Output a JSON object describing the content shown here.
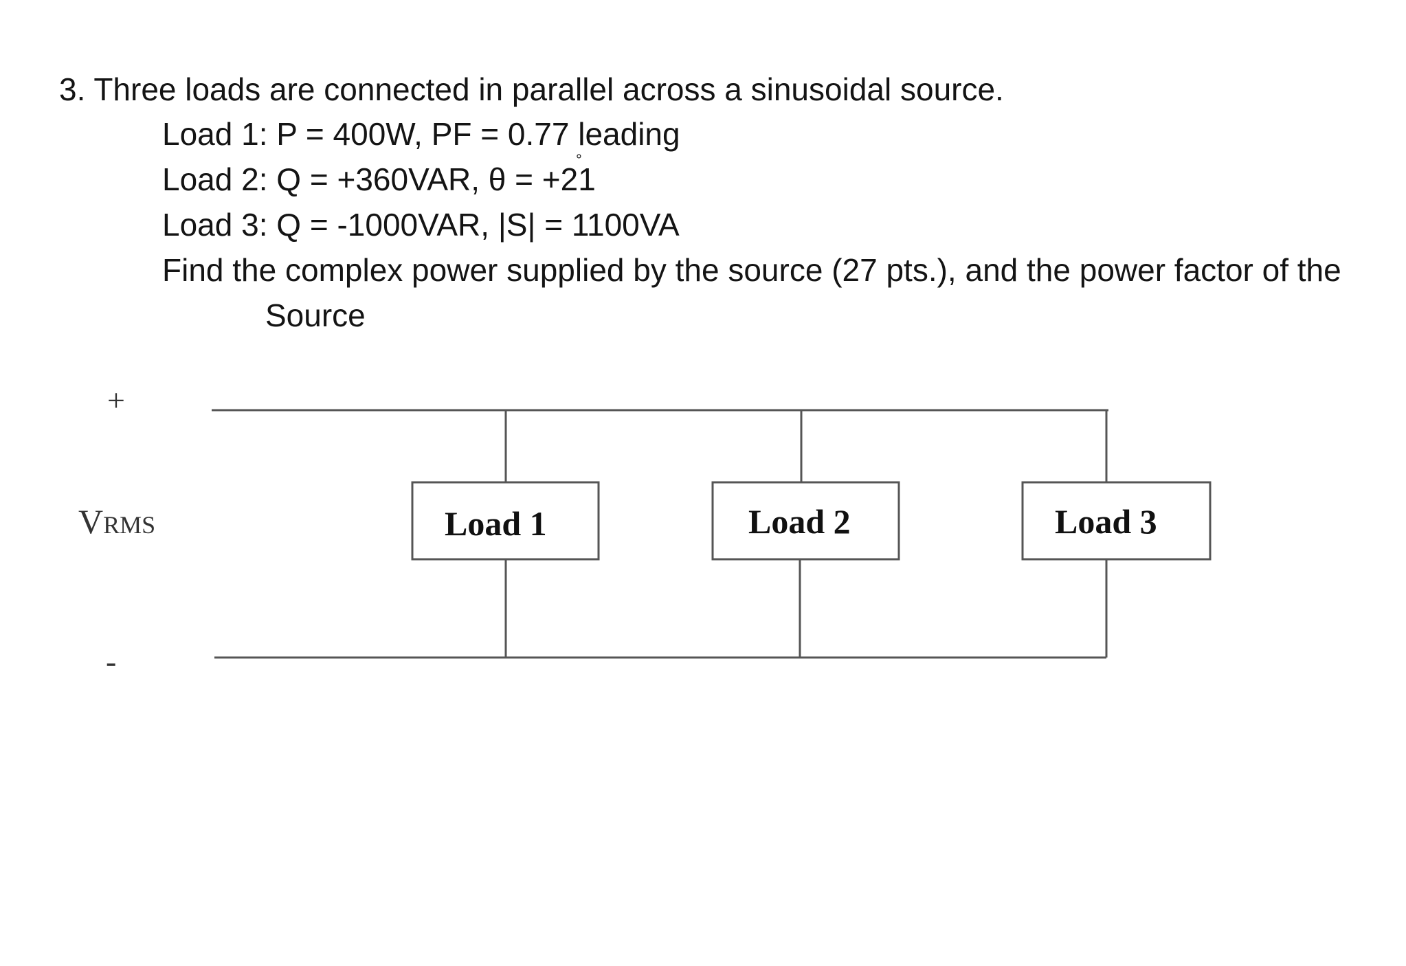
{
  "question": {
    "title": "3. Three loads are connected in parallel across a sinusoidal source.",
    "load1": "Load 1: P = 400W, PF = 0.77 leading",
    "load2": "Load 2: Q = +360VAR, θ = +21",
    "load2_degree": "°",
    "load3": "Load 3: Q = -1000VAR, |S| = 1100VA",
    "task": "Find the complex power supplied by the source (27 pts.), and the power factor of the",
    "task_continued": "Source"
  },
  "diagram": {
    "plus_terminal": "+",
    "minus_terminal": "-",
    "source_label_main": "V",
    "source_label_sub": "RMS",
    "loads": [
      "Load 1",
      "Load 2",
      "Load 3"
    ]
  }
}
